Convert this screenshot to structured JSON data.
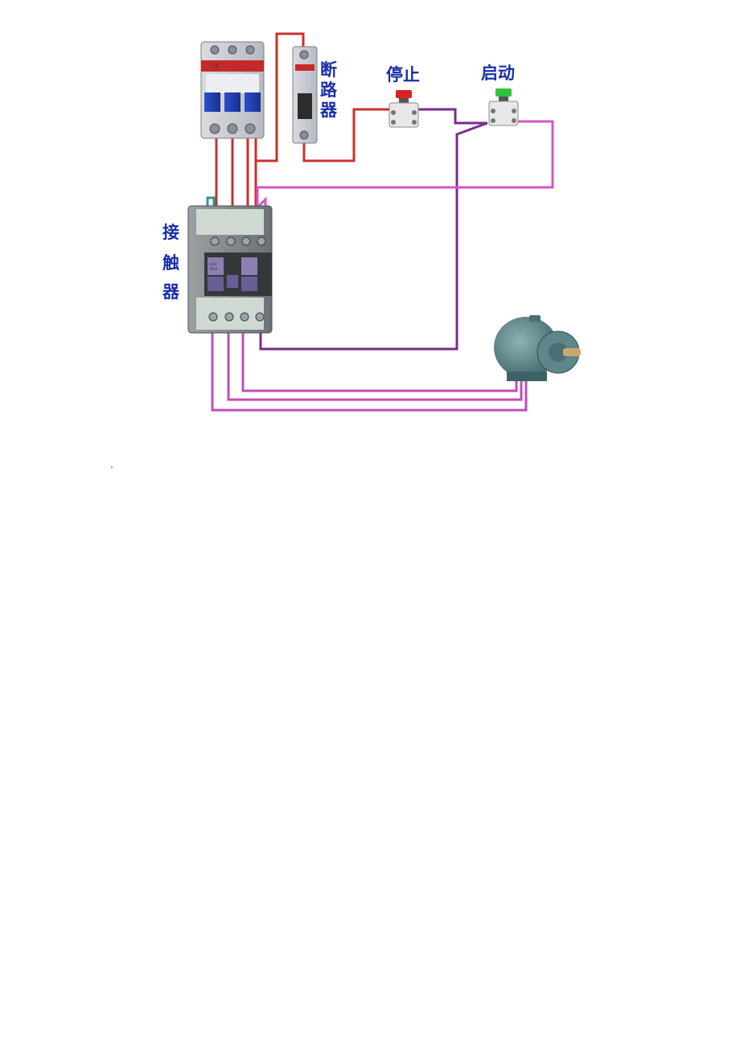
{
  "labels": {
    "breaker": [
      "断",
      "路",
      "器"
    ],
    "contactor": [
      "接",
      "触",
      "器"
    ],
    "stop": "停止",
    "start": "启动"
  },
  "device_markings": {
    "mcb_brand": "正泰",
    "contactor_model": [
      "CJX2",
      "0910"
    ]
  },
  "colors": {
    "main_power_wire": "#c8312d",
    "control_wire": "#7a2b8c",
    "coil_wire": "#d455c9",
    "motor_wire": "#c04db8",
    "label_text": "#1a2fa6",
    "stop_button": "#d8231f",
    "start_button": "#2fc43a"
  }
}
